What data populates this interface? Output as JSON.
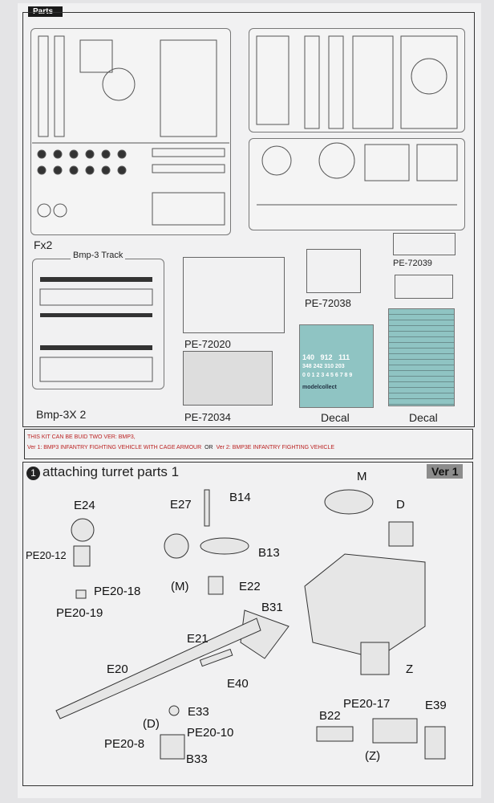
{
  "parts_tab": "Parts",
  "sprues": {
    "f": "Fx2",
    "track_title": "Bmp-3 Track",
    "track": "Bmp-3X 2"
  },
  "photo_etch": [
    "PE-72020",
    "PE-72034",
    "PE-72038",
    "PE-72039"
  ],
  "decals": {
    "label1": "Decal",
    "label2": "Decal",
    "numbers": [
      "140",
      "912",
      "111",
      "348",
      "242",
      "310",
      "203",
      "0 0 1 2 3 4 5 6 7 8 9"
    ],
    "brand": "modelcollect"
  },
  "notice": {
    "line1": "THIS KIT CAN BE BUID TWO VER: BMP3,",
    "ver1": "Ver 1: BMP3 INFANTRY FIGHTING VEHICLE WITH CAGE ARMOUR",
    "or": "OR",
    "ver2": "Ver 2: BMP3E INFANTRY FIGHTING VEHICLE"
  },
  "step": {
    "number": "1",
    "title": "attaching turret parts 1",
    "version": "Ver 1"
  },
  "part_labels": {
    "E24": "E24",
    "PE20_12": "PE20-12",
    "PE20_18": "PE20-18",
    "PE20_19": "PE20-19",
    "E27": "E27",
    "B14": "B14",
    "B13": "B13",
    "M_paren": "(M)",
    "E22": "E22",
    "M": "M",
    "D": "D",
    "B31": "B31",
    "E21": "E21",
    "E20": "E20",
    "E40": "E40",
    "Z": "Z",
    "E33": "E33",
    "D_paren": "(D)",
    "PE20_10": "PE20-10",
    "PE20_8": "PE20-8",
    "B33": "B33",
    "PE20_17": "PE20-17",
    "E39": "E39",
    "B22": "B22",
    "Z_paren": "(Z)"
  }
}
